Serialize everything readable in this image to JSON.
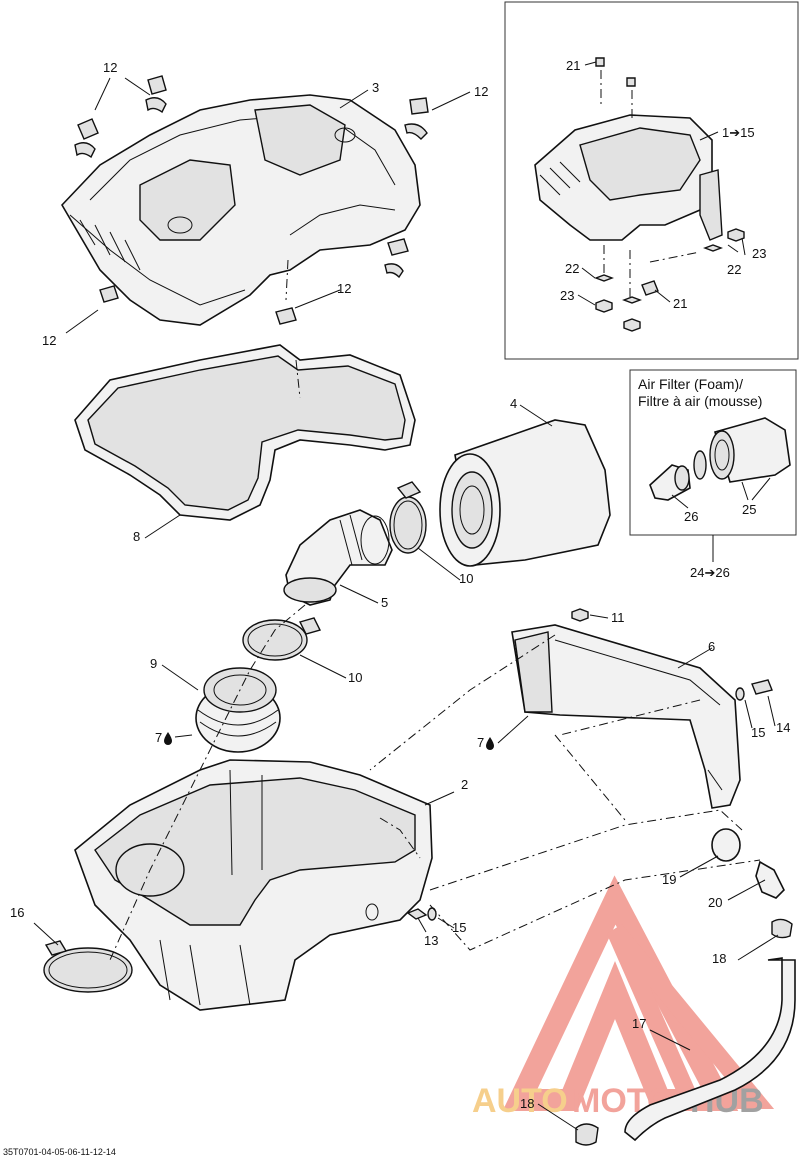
{
  "callouts": {
    "c12a": "12",
    "c3": "3",
    "c12b": "12",
    "c12c": "12",
    "c12d": "12",
    "c8": "8",
    "c4": "4",
    "c10a": "10",
    "c5": "5",
    "c10b": "10",
    "c9": "9",
    "c7a": "7",
    "c7b": "7",
    "c11": "11",
    "c6": "6",
    "c14": "14",
    "c15a": "15",
    "c2": "2",
    "c19": "19",
    "c20": "20",
    "c16": "16",
    "c13": "13",
    "c15b": "15",
    "c18a": "18",
    "c17": "17",
    "c18b": "18"
  },
  "inset_top": {
    "c21a": "21",
    "c115": "1➔15",
    "c22a": "22",
    "c23a": "23",
    "c22b": "22",
    "c23b": "23",
    "c21b": "21"
  },
  "inset_filter": {
    "title_line1": "Air Filter (Foam)/",
    "title_line2": "Filtre à air (mousse)",
    "c26": "26",
    "c25": "25",
    "range": "24➔26"
  },
  "footer": {
    "code": "35T0701-04-05-06-11-12-14"
  },
  "watermark": {
    "text_a": "AUTO",
    "text_b": "MOTO",
    "text_c": "HUB",
    "color_orange": "#f0a830",
    "color_red": "#e8584a",
    "color_dark": "#555555"
  }
}
